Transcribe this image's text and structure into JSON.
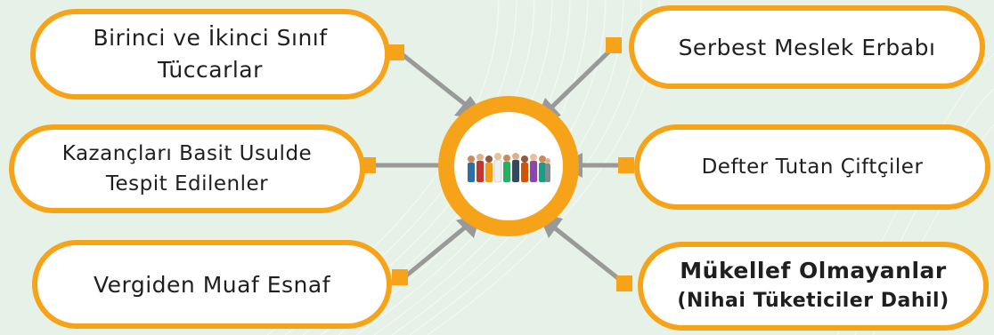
{
  "center": {
    "image": "group-of-people-illustration"
  },
  "boxes": {
    "top_left": {
      "line1": "Birinci ve İkinci Sınıf",
      "line2": "Tüccarlar"
    },
    "mid_left": {
      "line1": "Kazançları Basit Usulde",
      "line2": "Tespit Edilenler"
    },
    "bottom_left": {
      "line1": "Vergiden Muaf Esnaf"
    },
    "top_right": {
      "line1": "Serbest Meslek Erbabı"
    },
    "mid_right": {
      "line1": "Defter Tutan Çiftçiler"
    },
    "bottom_right": {
      "line1": "Mükellef Olmayanlar",
      "line2": "(Nihai Tüketiciler Dahil)"
    }
  },
  "colors": {
    "accent": "#f6a31a",
    "connector": "#999999",
    "background": "#e6f1e7",
    "box_fill": "#ffffff",
    "text": "#1f1f1f"
  }
}
